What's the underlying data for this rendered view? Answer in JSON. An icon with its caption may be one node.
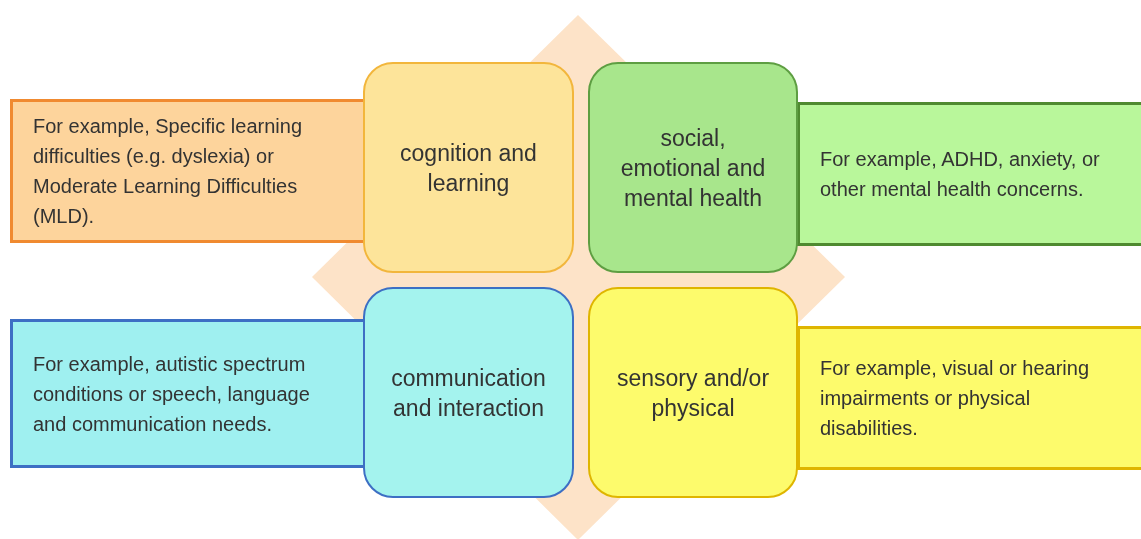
{
  "diagram": {
    "nodes": [
      {
        "text": [
          "For example, Specific learning difficulties (e.g. dyslexia) or Moderate Learning Difficulties (MLD)."
        ]
      },
      {
        "text": [
          "cognition and learning"
        ]
      },
      {
        "text": [
          "social, emotional and mental health"
        ]
      },
      {
        "text": [
          "For example, ADHD, anxiety, or other mental health concerns."
        ]
      },
      {
        "text": [
          "For example, autistic spectrum conditions or speech, language and communication needs."
        ]
      },
      {
        "text": [
          "communication and interaction"
        ]
      },
      {
        "text": [
          "sensory and/or physical"
        ]
      },
      {
        "text": [
          "For example, visual or hearing impairments or physical disabilities."
        ]
      }
    ],
    "edges": []
  }
}
